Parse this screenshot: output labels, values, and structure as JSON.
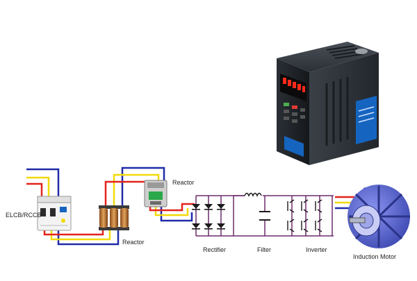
{
  "labels": {
    "elcb": "ELCB/RCCB",
    "reactor_top": "Reactor",
    "reactor_bottom": "Reactor",
    "rectifier": "Rectifier",
    "filter": "Filter",
    "inverter": "Inverter",
    "motor": "Induction Motor"
  },
  "wire_colors": {
    "red": "#e2231a",
    "yellow": "#f2d90a",
    "blue": "#1f2aa8",
    "circuit": "#6b2a6b"
  },
  "device_colors": {
    "vfd_body": "#1e2226",
    "vfd_label": "#1565c0",
    "display_digits": "#ff2a1a",
    "motor": "#5b68d6"
  },
  "icons": {
    "vfd": "variable-frequency-drive-icon",
    "elcb": "circuit-breaker-icon",
    "reactor": "reactor-coil-icon",
    "contactor": "contactor-icon",
    "motor": "induction-motor-icon",
    "diode": "diode-icon",
    "igbt": "igbt-icon",
    "inductor": "inductor-icon",
    "capacitor": "capacitor-icon"
  }
}
